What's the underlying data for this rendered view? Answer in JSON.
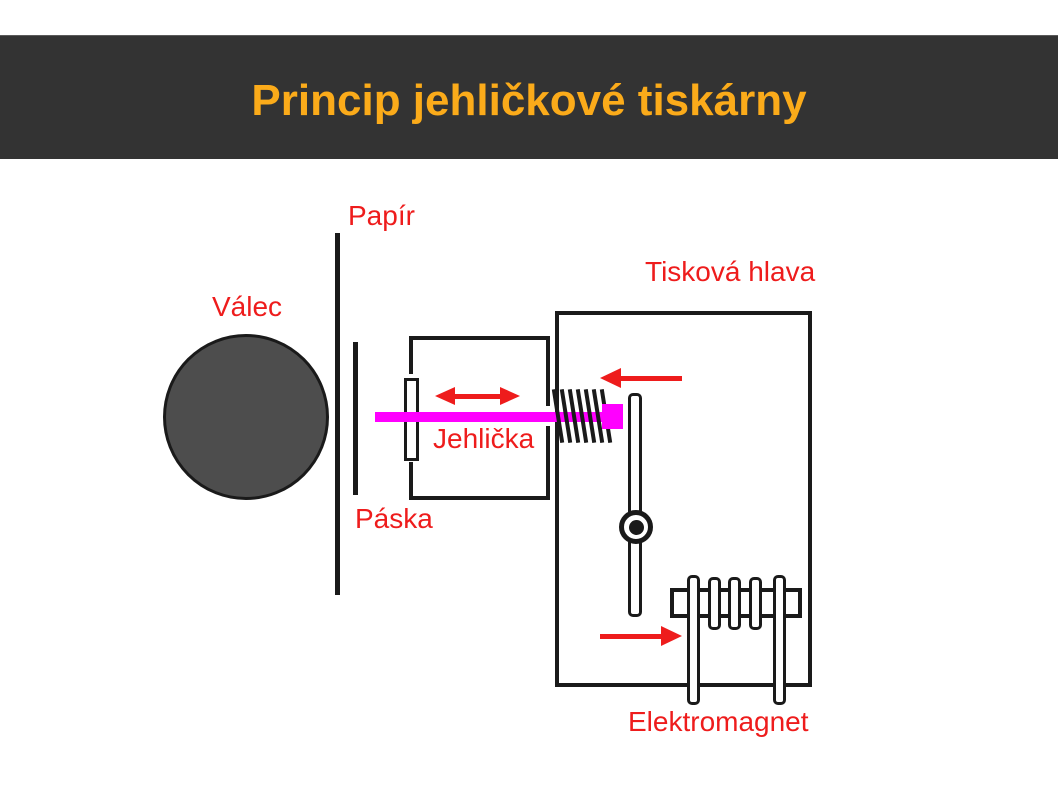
{
  "slide": {
    "title": "Princip jehličkové tiskárny"
  },
  "diagram": {
    "labels": {
      "paper": "Papír",
      "platen": "Válec",
      "ribbon": "Páska",
      "needle": "Jehlička",
      "print_head": "Tisková hlava",
      "electromagnet": "Elektromagnet"
    },
    "colors": {
      "header_bg": "#333333",
      "title_color": "#FBAB1A",
      "label_red": "#EE1C1C",
      "needle_magenta": "#FF00FF",
      "platen_fill": "#4D4D4D",
      "outline_black": "#1A1A1A"
    }
  }
}
